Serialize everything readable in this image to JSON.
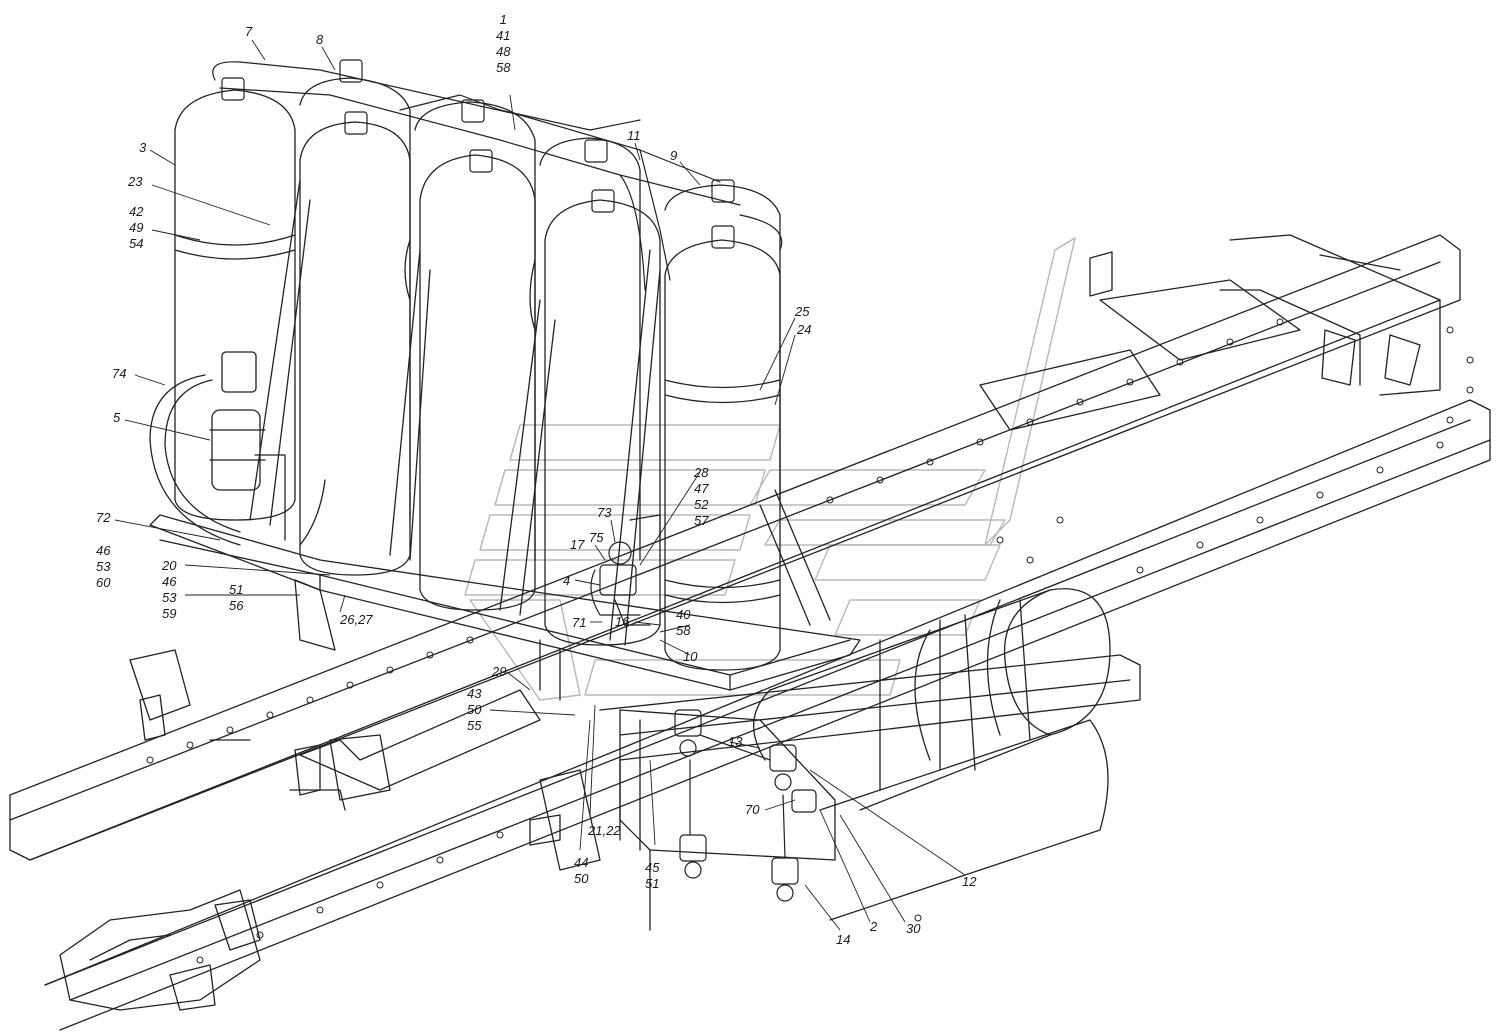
{
  "callouts": [
    {
      "id": "c1",
      "lines": [
        "1",
        "41",
        "48",
        "58"
      ]
    },
    {
      "id": "c2",
      "lines": [
        "7"
      ]
    },
    {
      "id": "c3",
      "lines": [
        "8"
      ]
    },
    {
      "id": "c4",
      "lines": [
        "3"
      ]
    },
    {
      "id": "c5",
      "lines": [
        "23"
      ]
    },
    {
      "id": "c6",
      "lines": [
        "42",
        "49",
        "54"
      ]
    },
    {
      "id": "c7",
      "lines": [
        "11"
      ]
    },
    {
      "id": "c8",
      "lines": [
        "9"
      ]
    },
    {
      "id": "c9",
      "lines": [
        "25"
      ]
    },
    {
      "id": "c10",
      "lines": [
        "24"
      ]
    },
    {
      "id": "c11",
      "lines": [
        "74"
      ]
    },
    {
      "id": "c12",
      "lines": [
        "5"
      ]
    },
    {
      "id": "c13",
      "lines": [
        "72"
      ]
    },
    {
      "id": "c14",
      "lines": [
        "46",
        "53",
        "60"
      ]
    },
    {
      "id": "c15",
      "lines": [
        "20",
        "46",
        "53",
        "59"
      ]
    },
    {
      "id": "c16",
      "lines": [
        "51",
        "56"
      ]
    },
    {
      "id": "c17",
      "lines": [
        "26,27"
      ]
    },
    {
      "id": "c18",
      "lines": [
        "28",
        "47",
        "52",
        "57"
      ]
    },
    {
      "id": "c19",
      "lines": [
        "73"
      ]
    },
    {
      "id": "c20",
      "lines": [
        "17"
      ]
    },
    {
      "id": "c21",
      "lines": [
        "75"
      ]
    },
    {
      "id": "c22",
      "lines": [
        "4"
      ]
    },
    {
      "id": "c23",
      "lines": [
        "71"
      ]
    },
    {
      "id": "c24",
      "lines": [
        "16"
      ]
    },
    {
      "id": "c25",
      "lines": [
        "40",
        "58"
      ]
    },
    {
      "id": "c26",
      "lines": [
        "10"
      ]
    },
    {
      "id": "c27",
      "lines": [
        "29"
      ]
    },
    {
      "id": "c28",
      "lines": [
        "43",
        "50",
        "55"
      ]
    },
    {
      "id": "c29",
      "lines": [
        "13"
      ]
    },
    {
      "id": "c30",
      "lines": [
        "70"
      ]
    },
    {
      "id": "c31",
      "lines": [
        "21,22"
      ]
    },
    {
      "id": "c32",
      "lines": [
        "44",
        "50"
      ]
    },
    {
      "id": "c33",
      "lines": [
        "45",
        "51"
      ]
    },
    {
      "id": "c34",
      "lines": [
        "12"
      ]
    },
    {
      "id": "c35",
      "lines": [
        "14"
      ]
    },
    {
      "id": "c36",
      "lines": [
        "2"
      ]
    },
    {
      "id": "c37",
      "lines": [
        "30"
      ]
    }
  ]
}
